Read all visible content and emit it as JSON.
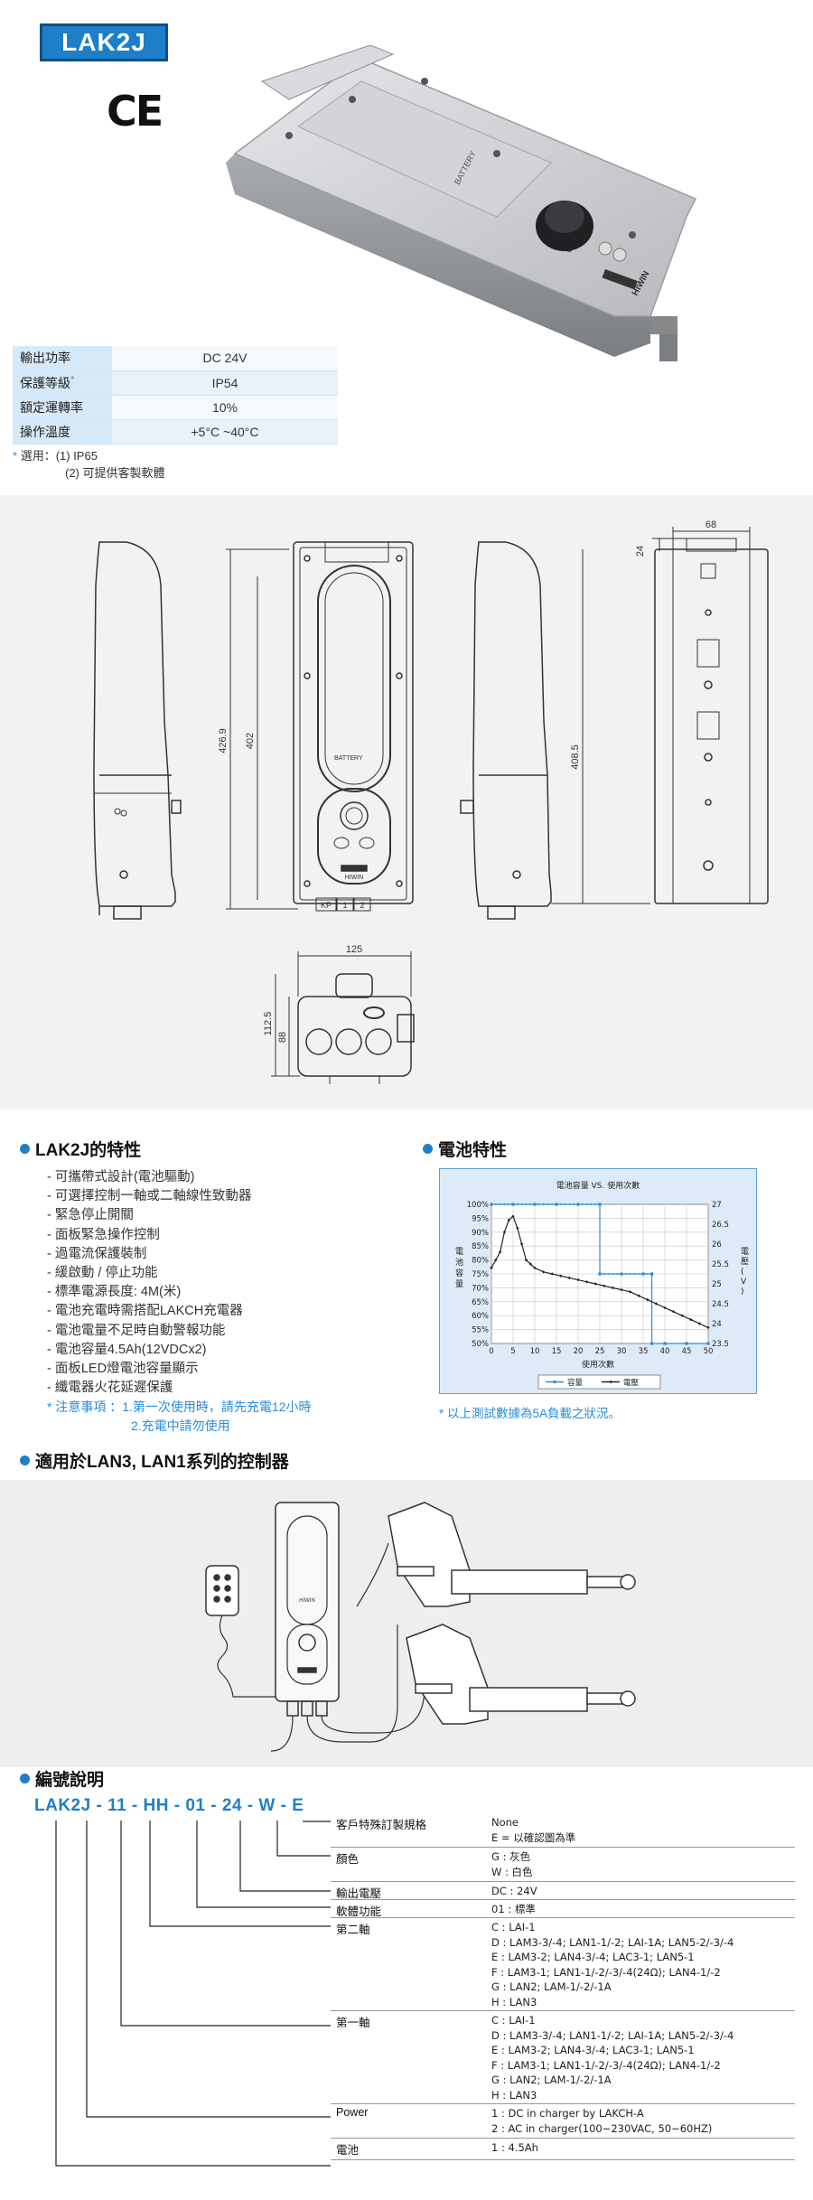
{
  "header": {
    "model": "LAK2J",
    "ce": "CE"
  },
  "photo": {
    "brand": "HIWIN",
    "label": "BATTERY"
  },
  "specs": [
    {
      "key": "輸出功率",
      "value": "DC 24V",
      "star": false
    },
    {
      "key": "保護等級",
      "value": "IP54",
      "star": true
    },
    {
      "key": "額定運轉率",
      "value": "10%",
      "star": false
    },
    {
      "key": "操作溫度",
      "value": "+5°C ~40°C",
      "star": false
    }
  ],
  "spec_note": {
    "star": "*",
    "line1": "選用：(1) IP65",
    "line2": "(2) 可提供客製軟體"
  },
  "drawing": {
    "dim_height_total": "426.9",
    "dim_height_body": "402",
    "dim_height_side": "408.5",
    "dim_width_side": "68",
    "dim_top_side": "24",
    "dim_width_bottom": "125",
    "dim_bottom_h1": "112.5",
    "dim_bottom_h2": "88",
    "port_labels": [
      "KP",
      "1",
      "2"
    ],
    "battery_text": "BATTERY",
    "brand": "HIWIN"
  },
  "features": {
    "title": "LAK2J的特性",
    "items": [
      "可攜帶式設計(電池驅動)",
      "可選擇控制一軸或二軸線性致動器",
      "緊急停止開關",
      "面板緊急操作控制",
      "過電流保護裝制",
      "緩啟動 / 停止功能",
      "標準電源長度: 4M(米)",
      "電池充電時需搭配LAKCH充電器",
      "電池電量不足時自動警報功能",
      "電池容量4.5Ah(12VDCx2)",
      "面板LED燈電池容量顯示",
      "纖電器火花延遲保護"
    ],
    "caution_label": "* 注意事項 ：",
    "caution_1": "1.第一次使用時，請先充電12小時",
    "caution_2": "2.充電中請勿使用"
  },
  "battery": {
    "title": "電池特性",
    "note": "* 以上測試數據為5A負載之狀況。"
  },
  "chart_data": {
    "type": "line",
    "title": "電池容量 VS. 使用次數",
    "xlabel": "使用次數",
    "ylabel_left": "電池容量",
    "ylabel_right": "電壓(V)",
    "x_ticks": [
      "0",
      "5",
      "10",
      "15",
      "20",
      "25",
      "30",
      "35",
      "40",
      "45",
      "50"
    ],
    "y_left_ticks": [
      "100%",
      "95%",
      "90%",
      "85%",
      "80%",
      "75%",
      "70%",
      "65%",
      "60%",
      "55%",
      "50%"
    ],
    "y_right_ticks": [
      "27",
      "26.5",
      "26",
      "25.5",
      "25",
      "24.5",
      "24",
      "23.5"
    ],
    "xlim": [
      0,
      50
    ],
    "ylim_left": [
      50,
      100
    ],
    "ylim_right": [
      23.5,
      27
    ],
    "legend": [
      "容量",
      "電壓"
    ],
    "series": [
      {
        "name": "容量",
        "axis": "left",
        "x": [
          0,
          5,
          10,
          15,
          20,
          25,
          25,
          30,
          35,
          37,
          37,
          40,
          45,
          50
        ],
        "values": [
          100,
          100,
          100,
          100,
          100,
          100,
          75,
          75,
          75,
          75,
          50,
          50,
          50,
          50
        ]
      },
      {
        "name": "電壓",
        "axis": "right",
        "x": [
          0,
          1,
          2,
          3,
          4,
          5,
          6,
          7,
          8,
          9,
          10,
          12,
          14,
          16,
          18,
          20,
          22,
          24,
          26,
          28,
          30,
          32,
          34,
          36,
          38,
          40,
          42,
          44,
          46,
          48,
          50
        ],
        "values": [
          25.4,
          25.6,
          25.8,
          26.3,
          26.6,
          26.7,
          26.4,
          26.0,
          25.6,
          25.5,
          25.4,
          25.3,
          25.25,
          25.2,
          25.15,
          25.1,
          25.05,
          25.0,
          24.95,
          24.9,
          24.85,
          24.8,
          24.7,
          24.6,
          24.5,
          24.4,
          24.3,
          24.2,
          24.1,
          24.0,
          23.9
        ]
      }
    ]
  },
  "application": {
    "title": "適用於LAN3, LAN1系列的控制器",
    "brand": "HIWIN"
  },
  "ordering": {
    "title": "編號說明",
    "code": "LAK2J - 11 - HH - 01 - 24 - W - E",
    "rows": [
      {
        "label": "客戶特殊訂製規格",
        "lines": [
          "None",
          "E = 以確認圖為準"
        ]
      },
      {
        "label": "顏色",
        "lines": [
          "G : 灰色",
          "W : 白色"
        ]
      },
      {
        "label": "輸出電壓",
        "lines": [
          "DC : 24V"
        ]
      },
      {
        "label": "軟體功能",
        "lines": [
          "01 : 標準"
        ]
      },
      {
        "label": "第二軸",
        "lines": [
          "C : LAI-1",
          "D : LAM3-3/-4; LAN1-1/-2; LAI-1A; LAN5-2/-3/-4",
          "E : LAM3-2; LAN4-3/-4; LAC3-1; LAN5-1",
          "F : LAM3-1; LAN1-1/-2/-3/-4(24Ω); LAN4-1/-2",
          "G : LAN2; LAM-1/-2/-1A",
          "H : LAN3"
        ]
      },
      {
        "label": "第一軸",
        "lines": [
          "C : LAI-1",
          "D : LAM3-3/-4; LAN1-1/-2; LAI-1A; LAN5-2/-3/-4",
          "E : LAM3-2; LAN4-3/-4; LAC3-1; LAN5-1",
          "F : LAM3-1; LAN1-1/-2/-3/-4(24Ω); LAN4-1/-2",
          "G : LAN2; LAM-1/-2/-1A",
          "H : LAN3"
        ]
      },
      {
        "label": "Power",
        "lines": [
          "1 : DC in charger by LAKCH-A",
          "2 : AC in charger(100~230VAC, 50~60HZ)"
        ]
      },
      {
        "label": "電池",
        "lines": [
          "1 : 4.5Ah"
        ]
      }
    ]
  }
}
